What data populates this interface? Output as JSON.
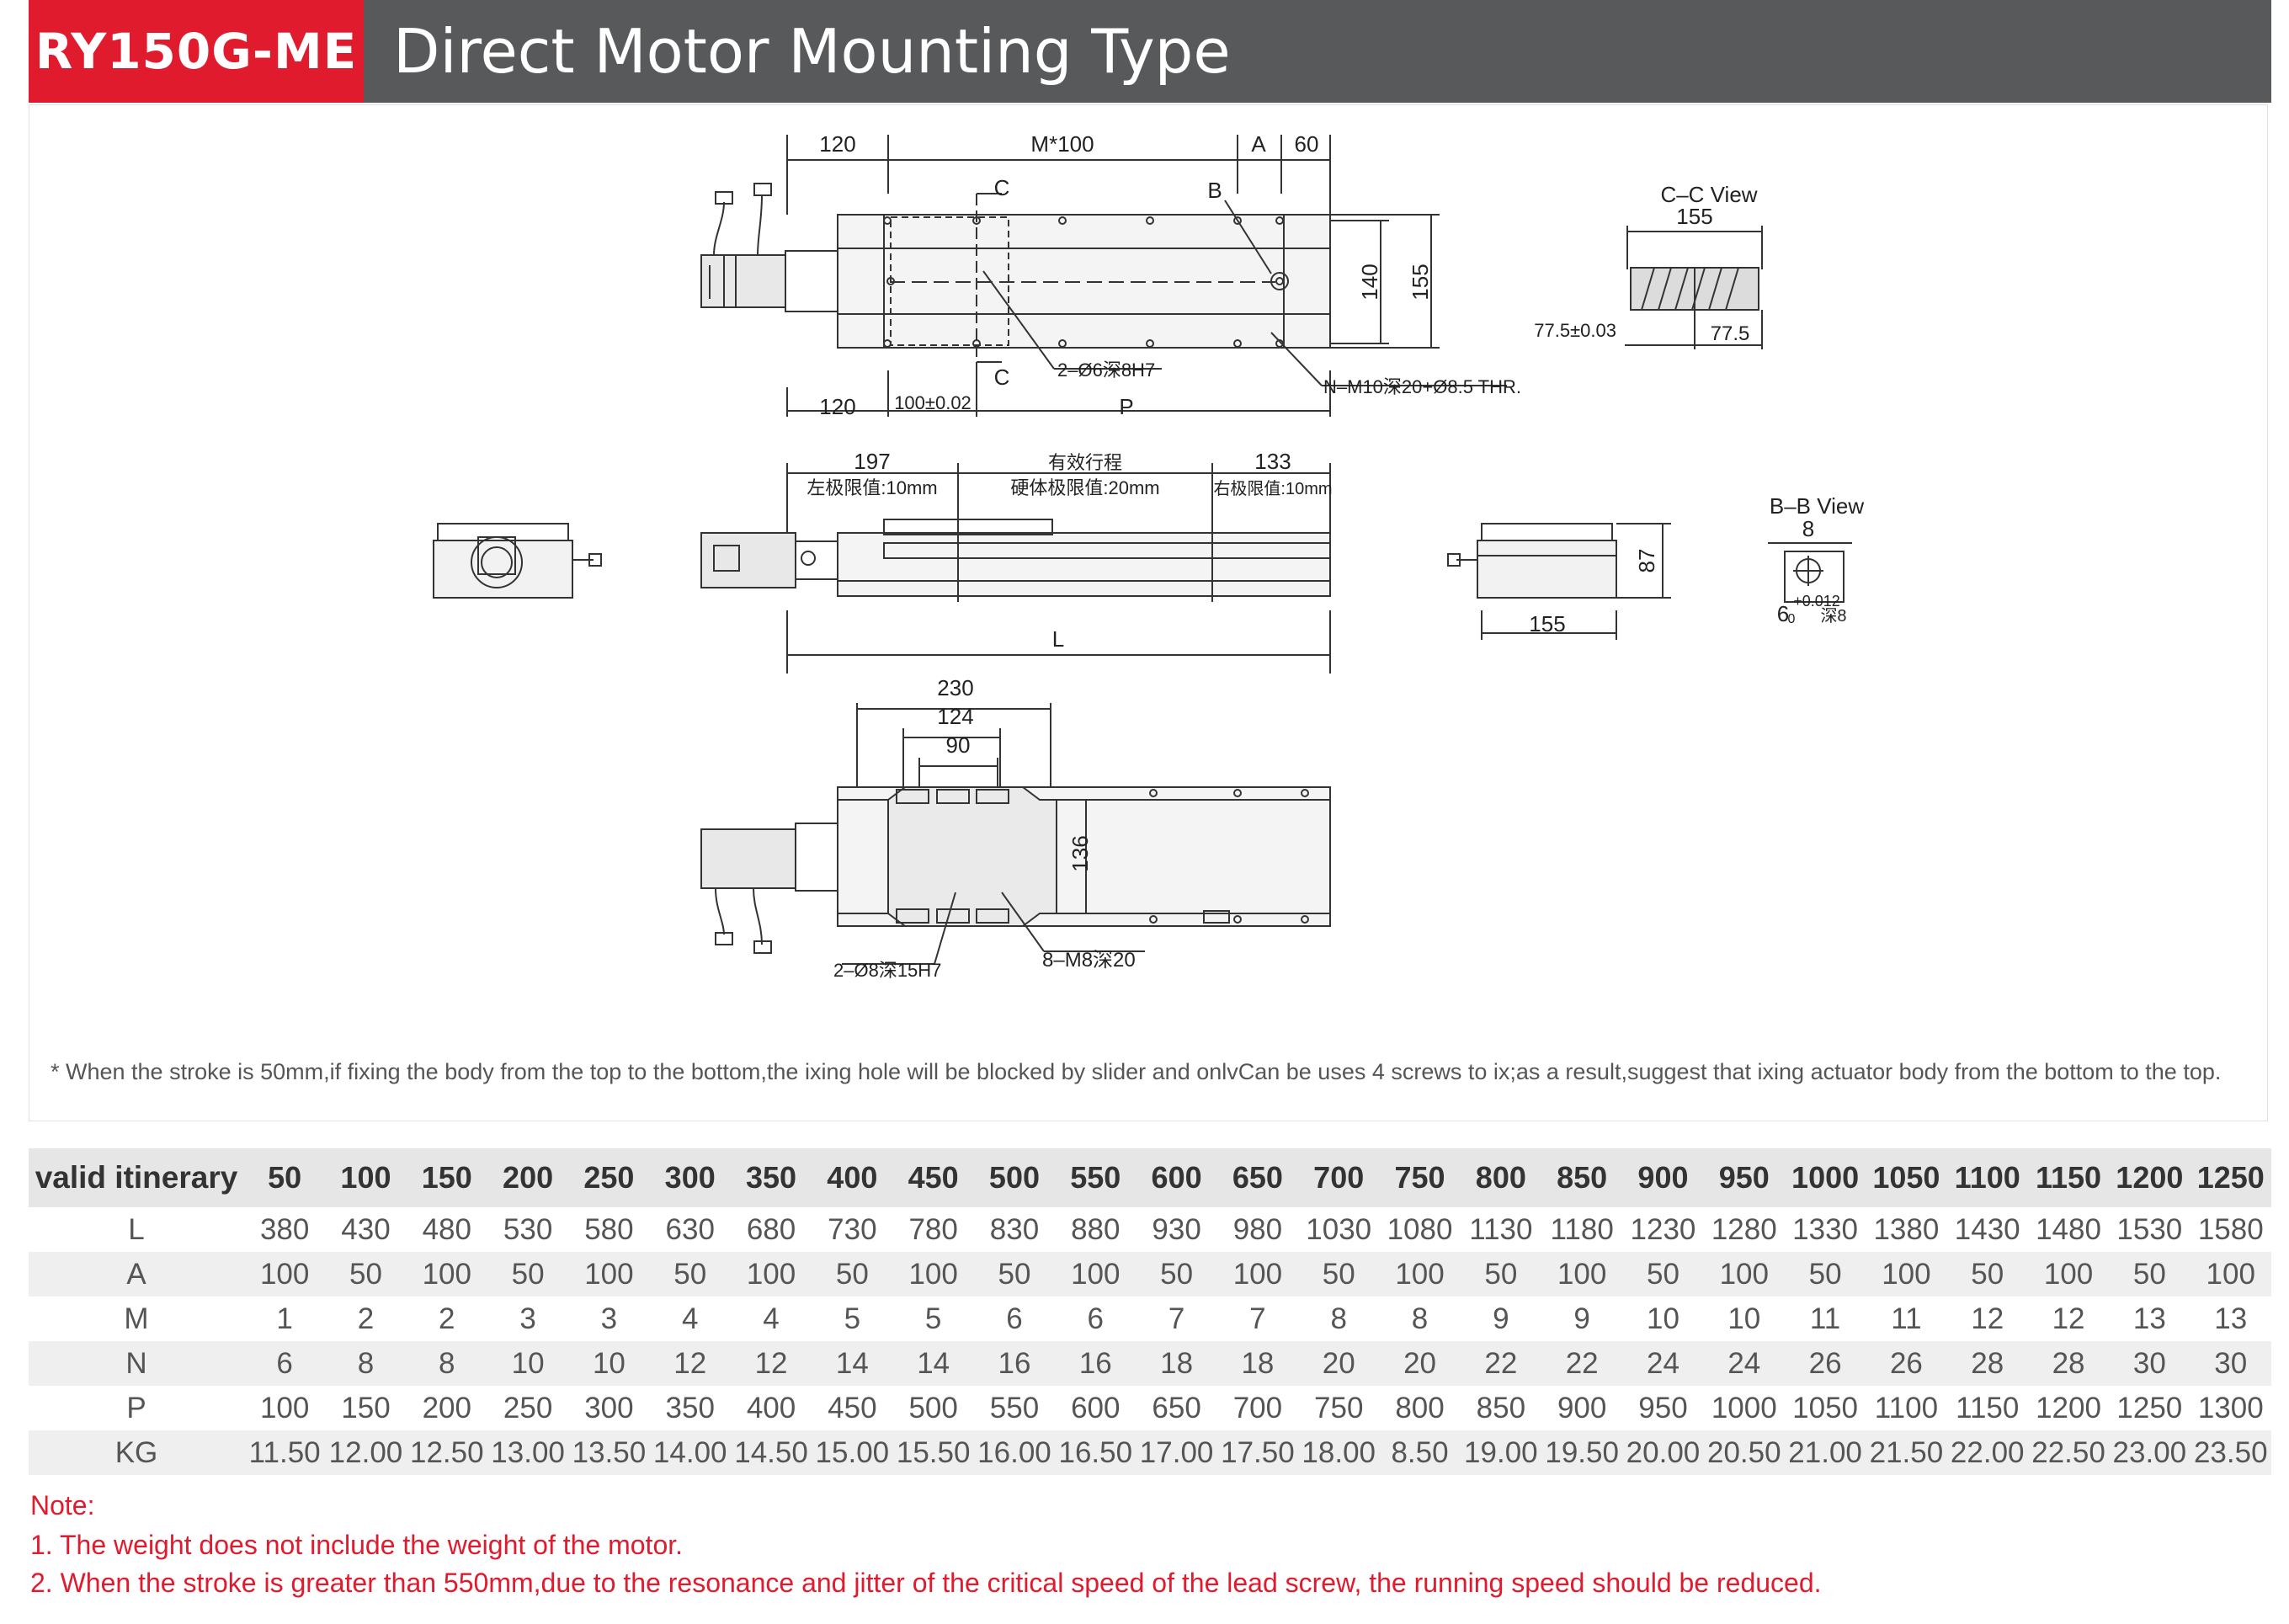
{
  "header": {
    "model": "RY150G-ME",
    "title": "Direct Motor Mounting Type"
  },
  "drawing_labels": {
    "dim_120_top": "120",
    "dim_m100": "M*100",
    "dim_a": "A",
    "dim_60": "60",
    "section_c": "C",
    "section_b": "B",
    "dim_140": "140",
    "dim_155_side": "155",
    "hole_2_phi6": "2–Ø6深8H7",
    "hole_n_m10": "N–M10深20+Ø8.5 THR.",
    "dim_120_bottom": "120",
    "dim_100_tol": "100±0.02",
    "dim_p": "P",
    "cc_view": "C–C View",
    "cc_155": "155",
    "cc_775_tol": "77.5±0.03",
    "cc_775": "77.5",
    "dim_197": "197",
    "left_limit": "左极限值:10mm",
    "effective_stroke": "有效行程",
    "hard_limit": "硬体极限值:20mm",
    "dim_133": "133",
    "right_limit": "右极限值:10mm",
    "dim_87": "87",
    "end_155": "155",
    "dim_l": "L",
    "bb_view": "B–B View",
    "bb_8": "8",
    "bb_6": "6",
    "bb_tol": "+0.012",
    "bb_tol0": "0",
    "bb_depth": "深8",
    "dim_230": "230",
    "dim_124": "124",
    "dim_90": "90",
    "dim_136": "136",
    "hole_2_phi8": "2–Ø8深15H7",
    "hole_8_m8": "8–M8深20"
  },
  "footnote": "* When the stroke is 50mm,if fixing the body from the top to the bottom,the ixing hole will be blocked by slider and onlvCan be uses 4 screws to ix;as a result,suggest that ixing actuator body from the bottom to the top.",
  "table": {
    "header_label": "valid itinerary",
    "columns": [
      "50",
      "100",
      "150",
      "200",
      "250",
      "300",
      "350",
      "400",
      "450",
      "500",
      "550",
      "600",
      "650",
      "700",
      "750",
      "800",
      "850",
      "900",
      "950",
      "1000",
      "1050",
      "1100",
      "1150",
      "1200",
      "1250"
    ],
    "rows": [
      {
        "label": "L",
        "values": [
          "380",
          "430",
          "480",
          "530",
          "580",
          "630",
          "680",
          "730",
          "780",
          "830",
          "880",
          "930",
          "980",
          "1030",
          "1080",
          "1130",
          "1180",
          "1230",
          "1280",
          "1330",
          "1380",
          "1430",
          "1480",
          "1530",
          "1580"
        ]
      },
      {
        "label": "A",
        "values": [
          "100",
          "50",
          "100",
          "50",
          "100",
          "50",
          "100",
          "50",
          "100",
          "50",
          "100",
          "50",
          "100",
          "50",
          "100",
          "50",
          "100",
          "50",
          "100",
          "50",
          "100",
          "50",
          "100",
          "50",
          "100"
        ]
      },
      {
        "label": "M",
        "values": [
          "1",
          "2",
          "2",
          "3",
          "3",
          "4",
          "4",
          "5",
          "5",
          "6",
          "6",
          "7",
          "7",
          "8",
          "8",
          "9",
          "9",
          "10",
          "10",
          "11",
          "11",
          "12",
          "12",
          "13",
          "13"
        ]
      },
      {
        "label": "N",
        "values": [
          "6",
          "8",
          "8",
          "10",
          "10",
          "12",
          "12",
          "14",
          "14",
          "16",
          "16",
          "18",
          "18",
          "20",
          "20",
          "22",
          "22",
          "24",
          "24",
          "26",
          "26",
          "28",
          "28",
          "30",
          "30"
        ]
      },
      {
        "label": "P",
        "values": [
          "100",
          "150",
          "200",
          "250",
          "300",
          "350",
          "400",
          "450",
          "500",
          "550",
          "600",
          "650",
          "700",
          "750",
          "800",
          "850",
          "900",
          "950",
          "1000",
          "1050",
          "1100",
          "1150",
          "1200",
          "1250",
          "1300"
        ]
      },
      {
        "label": "KG",
        "values": [
          "11.50",
          "12.00",
          "12.50",
          "13.00",
          "13.50",
          "14.00",
          "14.50",
          "15.00",
          "15.50",
          "16.00",
          "16.50",
          "17.00",
          "17.50",
          "18.00",
          "8.50",
          "19.00",
          "19.50",
          "20.00",
          "20.50",
          "21.00",
          "21.50",
          "22.00",
          "22.50",
          "23.00",
          "23.50"
        ]
      }
    ]
  },
  "notes": {
    "title": "Note:",
    "items": [
      "1. The weight does not include the weight of the motor.",
      "2. When the stroke is greater than 550mm,due to the resonance and jitter of the critical speed of the lead screw, the running speed should be reduced."
    ]
  },
  "colors": {
    "accent_red": "#e01b2e",
    "header_gray": "#58595b",
    "row_stripe": "#efefef"
  }
}
